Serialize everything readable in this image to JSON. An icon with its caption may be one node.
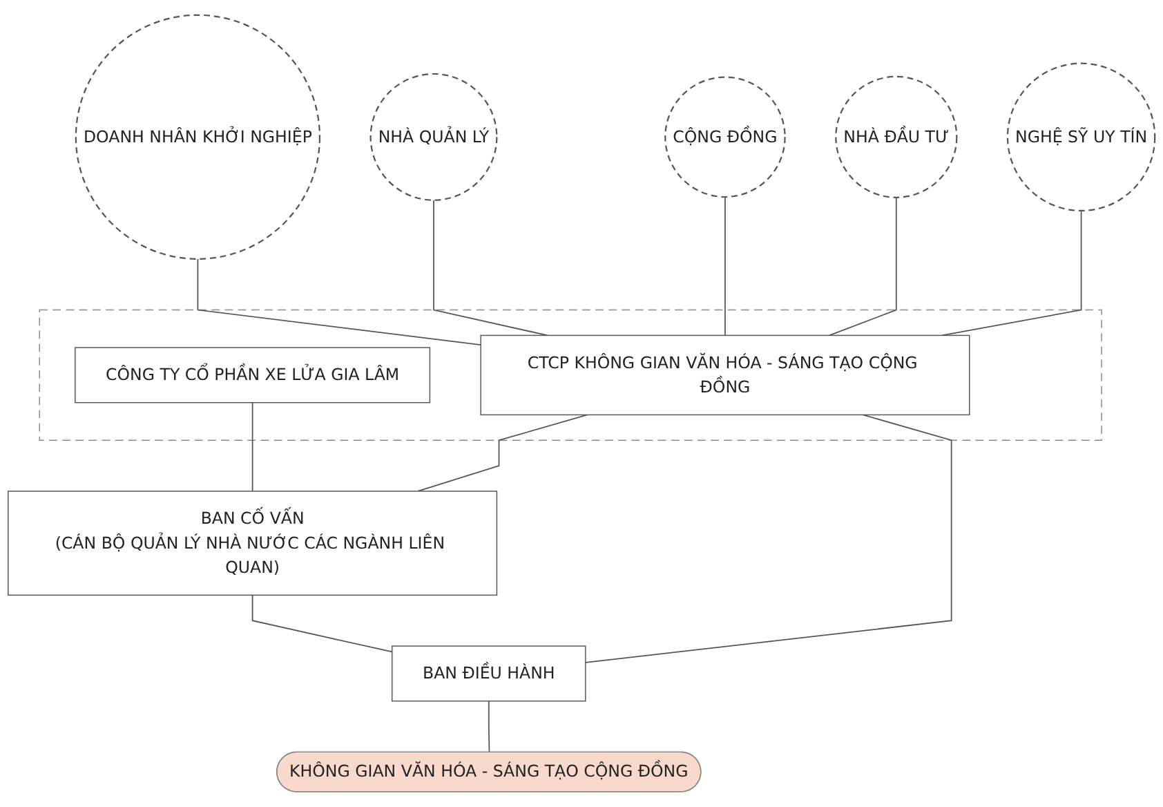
{
  "diagram": {
    "nodes": [
      {
        "text": [
          "NHÀ QUẢN LÝ"
        ]
      },
      {
        "text": [
          "NHÀ ĐẦU TƯ"
        ]
      },
      {
        "text": [
          "DOANH NHÂN KHỞI NGHIỆP"
        ]
      },
      {
        "text": [
          "CỘNG ĐỒNG"
        ]
      },
      {
        "text": [
          "NGHỆ SỸ UY TÍN"
        ]
      },
      {
        "text": [],
        "shape": "box"
      },
      {
        "text": [
          "CÔNG TY CỔ PHẦN XE LỬA GIA LÂM"
        ],
        "in": 5
      },
      {
        "text": [
          "CTCP KHÔNG GIAN VĂN HÓA - SÁNG TẠO CỘNG ĐỒNG"
        ],
        "in": 5
      },
      {
        "text": [
          "BAN CỐ VẤN",
          "(CÁN BỘ QUẢN LÝ NHÀ NƯỚC CÁC NGÀNH LIÊN QUAN)"
        ]
      },
      {
        "text": [
          "BAN ĐIỀU HÀNH"
        ]
      },
      {
        "text": [
          "KHÔNG GIAN VĂN HÓA - SÁNG TẠO CỘNG ĐỒNG"
        ]
      }
    ],
    "edges": [
      {
        "from": 2,
        "to": 7,
        "arrow": "none"
      },
      {
        "from": 0,
        "to": 7,
        "arrow": "none"
      },
      {
        "from": 3,
        "to": 7,
        "arrow": "none"
      },
      {
        "from": 1,
        "to": 7,
        "arrow": "none"
      },
      {
        "from": 4,
        "to": 7,
        "arrow": "none"
      },
      {
        "from": 6,
        "to": 8,
        "arrow": "none"
      },
      {
        "from": 7,
        "to": 8,
        "arrow": "none"
      },
      {
        "from": 7,
        "to": 9,
        "arrow": "none"
      },
      {
        "from": 8,
        "to": 9,
        "arrow": "none"
      },
      {
        "from": 9,
        "to": 10,
        "arrow": "none"
      }
    ]
  }
}
